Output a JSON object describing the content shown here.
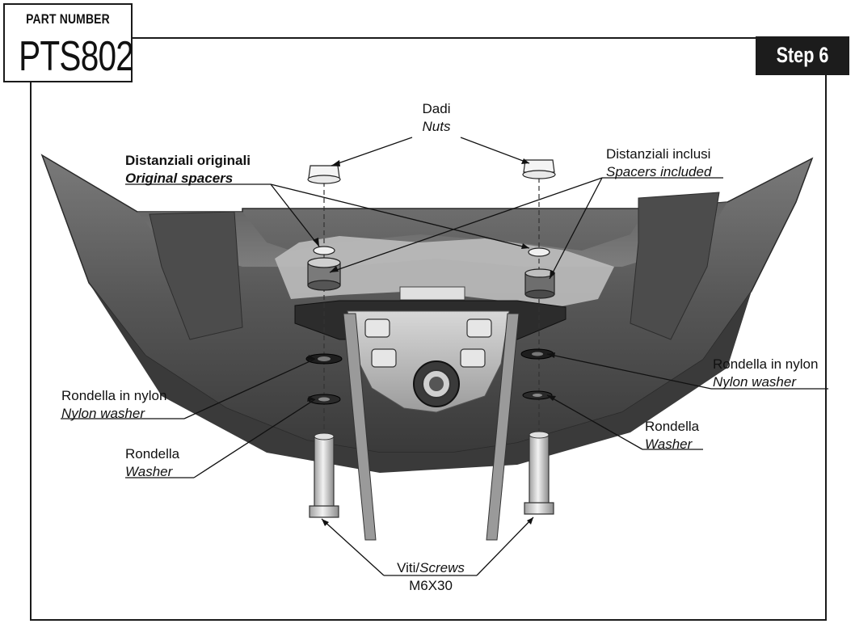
{
  "header": {
    "part_label": "PART NUMBER",
    "part_number": "PTS802",
    "step": "Step 6"
  },
  "callouts": {
    "nuts": {
      "it": "Dadi",
      "en": "Nuts"
    },
    "original_spacers": {
      "it": "Distanziali originali",
      "en": "Original spacers"
    },
    "spacers_included": {
      "it": "Distanziali inclusi",
      "en": "Spacers included"
    },
    "nylon_washer_left": {
      "it": "Rondella in nylon",
      "en": "Nylon washer"
    },
    "nylon_washer_right": {
      "it": "Rondella in nylon",
      "en": "Nylon washer"
    },
    "washer_left": {
      "it": "Rondella",
      "en": "Washer"
    },
    "washer_right": {
      "it": "Rondella",
      "en": "Washer"
    },
    "screws": {
      "it": "Viti/",
      "en": "Screws",
      "size": "M6X30"
    }
  },
  "colors": {
    "frame": "#1a1a1a",
    "part_dark": "#3a3a3a",
    "part_mid": "#6b6b6b",
    "part_light": "#b5b5b5",
    "step_bg": "#1c1c1c"
  }
}
